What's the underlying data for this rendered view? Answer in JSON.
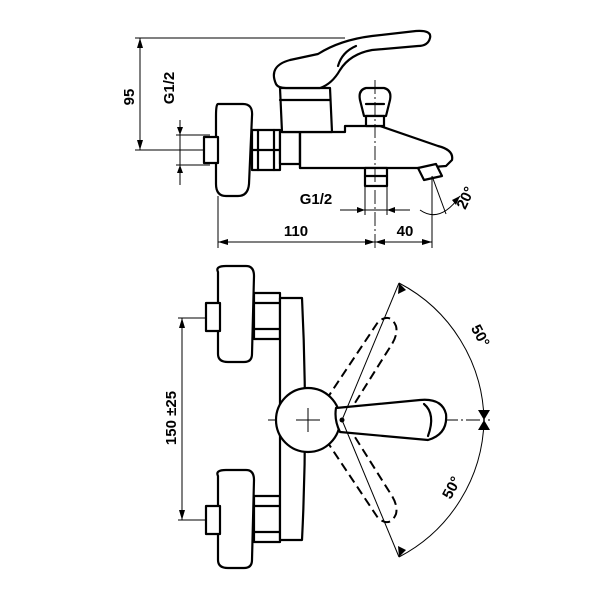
{
  "dimensions": {
    "height_95": "95",
    "thread_left": "G1/2",
    "thread_bottom": "G1/2",
    "width_110": "110",
    "width_40": "40",
    "angle_spout": "20°",
    "centers": "150 ±25",
    "angle_top": "50°",
    "angle_bottom": "50°"
  }
}
